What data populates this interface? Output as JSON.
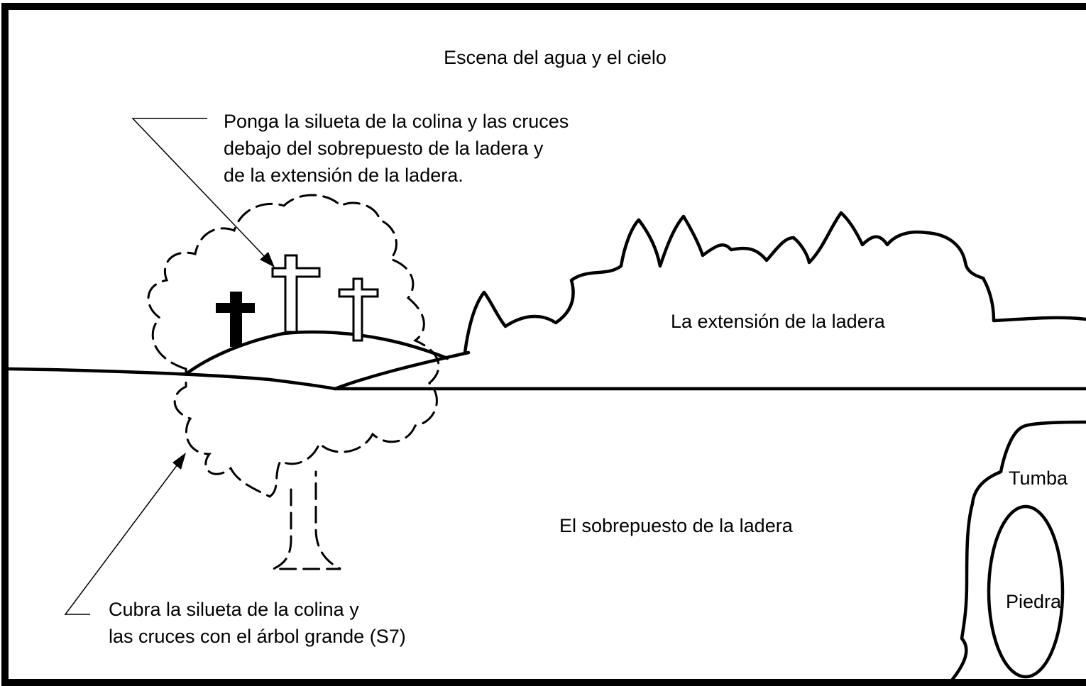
{
  "labels": {
    "title": "Escena del agua y el cielo",
    "instruction_top": [
      "Ponga la silueta de la colina y las cruces",
      "debajo del sobrepuesto de la ladera y",
      "de la extensión de la ladera."
    ],
    "hillside_extension": "La extensión de la ladera",
    "hillside_overlay": "El sobrepuesto de la ladera",
    "instruction_bottom": [
      "Cubra la silueta de la colina y",
      "las cruces con el árbol grande (S7)"
    ],
    "tomb": "Tumba",
    "stone": "Piedra"
  }
}
